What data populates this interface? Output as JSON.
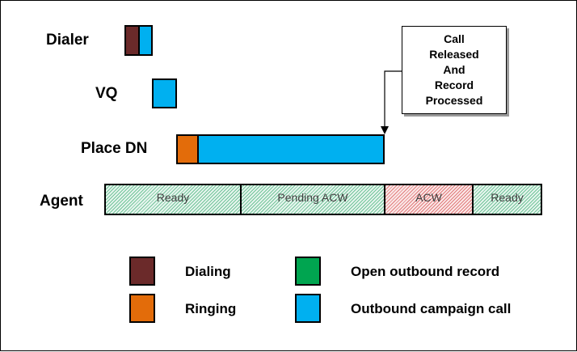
{
  "rows": {
    "dialer": "Dialer",
    "vq": "VQ",
    "place_dn": "Place DN",
    "agent": "Agent"
  },
  "agent_segments": [
    {
      "label": "Ready",
      "state": "ready"
    },
    {
      "label": "Pending ACW",
      "state": "pending"
    },
    {
      "label": "ACW",
      "state": "acw"
    },
    {
      "label": "Ready",
      "state": "ready"
    }
  ],
  "callout": {
    "lines": [
      "Call",
      "Released",
      "And",
      "Record",
      "Processed"
    ]
  },
  "legend": {
    "dialing": "Dialing",
    "ringing": "Ringing",
    "open_record": "Open outbound record",
    "campaign_call": "Outbound campaign call"
  },
  "colors": {
    "dialing": "#6b2a2a",
    "ringing": "#e36c0a",
    "open_record": "#00a550",
    "campaign_call": "#00b0f0",
    "agent_ready_hatch": "#72c49a",
    "agent_acw_hatch": "#e07c7c"
  }
}
